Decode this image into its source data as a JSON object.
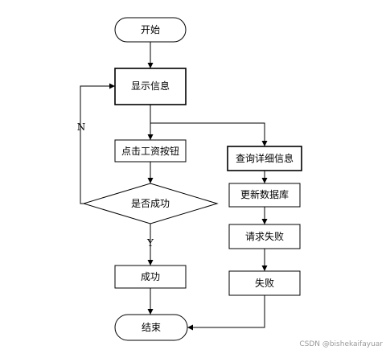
{
  "flowchart": {
    "start": "开始",
    "show_info": "显示信息",
    "click_button": "点击工资按钮",
    "decision": "是否成功",
    "success": "成功",
    "end": "结束",
    "query_detail": "查询详细信息",
    "update_db": "更新数据库",
    "request_fail": "请求失败",
    "fail": "失败",
    "label_no": "N",
    "label_yes": "Y"
  },
  "watermark": "CSDN @bishekaifayuar",
  "colors": {
    "stroke": "#000000",
    "fill": "#ffffff",
    "watermark": "#9a9a9a"
  }
}
